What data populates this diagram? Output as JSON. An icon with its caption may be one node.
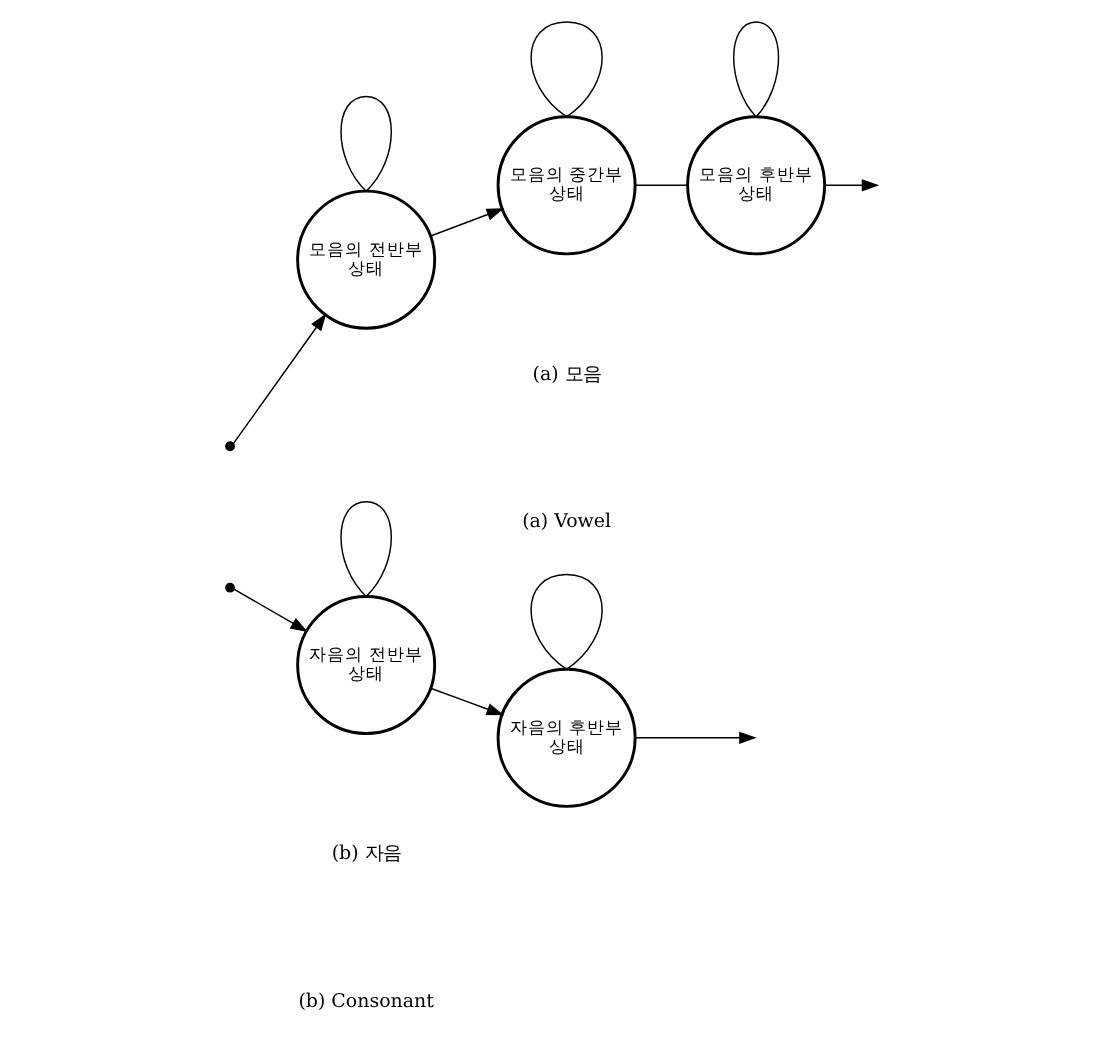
{
  "diagram": {
    "nodes": [
      {
        "text": [],
        "shape": "circle"
      },
      {
        "text": [
          "모음의 전반부 상태"
        ]
      },
      {
        "text": [
          "모음의 중간부 상태"
        ]
      },
      {
        "text": [
          "모음의 후반부 상태"
        ]
      },
      {
        "text": [],
        "shape": "circle"
      },
      {
        "text": [
          "자음의 전반부 상태"
        ]
      },
      {
        "text": [
          "자음의 후반부 상태"
        ]
      }
    ],
    "edges": [
      {
        "from": 0,
        "to": 1,
        "arrow": "to"
      },
      {
        "from": 1,
        "to": 1,
        "arrow": "none"
      },
      {
        "from": 1,
        "to": 2,
        "arrow": "to"
      },
      {
        "from": 2,
        "to": 2,
        "arrow": "none"
      },
      {
        "from": 2,
        "to": 3,
        "arrow": "none"
      },
      {
        "from": 3,
        "to": 3,
        "arrow": "none"
      },
      {
        "from": 3,
        "to": null,
        "arrow": "to"
      },
      {
        "from": 4,
        "to": 5,
        "arrow": "to"
      },
      {
        "from": 5,
        "to": 5,
        "arrow": "none"
      },
      {
        "from": 5,
        "to": 6,
        "arrow": "to"
      },
      {
        "from": 6,
        "to": 6,
        "arrow": "none"
      },
      {
        "from": 6,
        "to": null,
        "arrow": "to"
      }
    ],
    "labels": [
      "(a) 모음",
      "(a) Vowel",
      "(b) 자음",
      "(b) Consonant"
    ]
  }
}
